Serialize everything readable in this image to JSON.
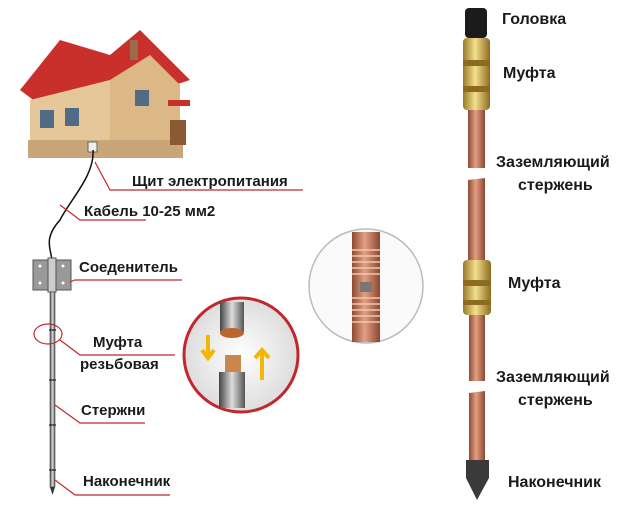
{
  "left_labels": {
    "panel": "Щит электропитания",
    "cable": "Кабель 10-25 мм2",
    "connector": "Соеденитель",
    "coupling_line1": "Муфта",
    "coupling_line2": "резьбовая",
    "rods": "Стержни",
    "tip": "Наконечник"
  },
  "right_labels": {
    "head": "Головка",
    "coupling_top": "Муфта",
    "rod1_line1": "Заземляющий",
    "rod1_line2": "стержень",
    "coupling_mid": "Муфта",
    "rod2_line1": "Заземляющий",
    "rod2_line2": "стержень",
    "tip": "Наконечник"
  },
  "colors": {
    "leader": "#c0282d",
    "copper": "#b8674a",
    "brass": "#d8b75a"
  }
}
